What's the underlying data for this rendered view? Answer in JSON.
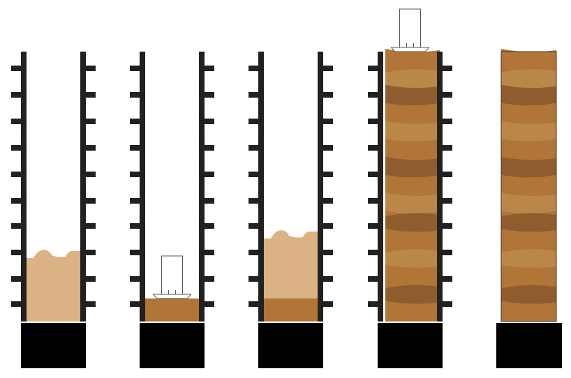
{
  "colors": {
    "loose_soil": "#dbb283",
    "compacted_soil": "#b07537",
    "layer_light": "#bb8748",
    "layer_dark": "#8f5c2d",
    "formwork": "#222222",
    "foundation": "#000000"
  },
  "stages": [
    {
      "step": 1,
      "formwork": true,
      "loose_fill": true,
      "compacted_fill": false,
      "rammer": false
    },
    {
      "step": 2,
      "formwork": true,
      "loose_fill": false,
      "compacted_fill": true,
      "rammer": true
    },
    {
      "step": 3,
      "formwork": true,
      "loose_fill": true,
      "compacted_fill": true,
      "rammer": false
    },
    {
      "step": 4,
      "formwork": true,
      "loose_fill": false,
      "compacted_fill": true,
      "full_height": true,
      "rammer": true
    },
    {
      "step": 5,
      "formwork": false,
      "loose_fill": false,
      "compacted_fill": true,
      "full_height": true,
      "rammer": false
    }
  ]
}
